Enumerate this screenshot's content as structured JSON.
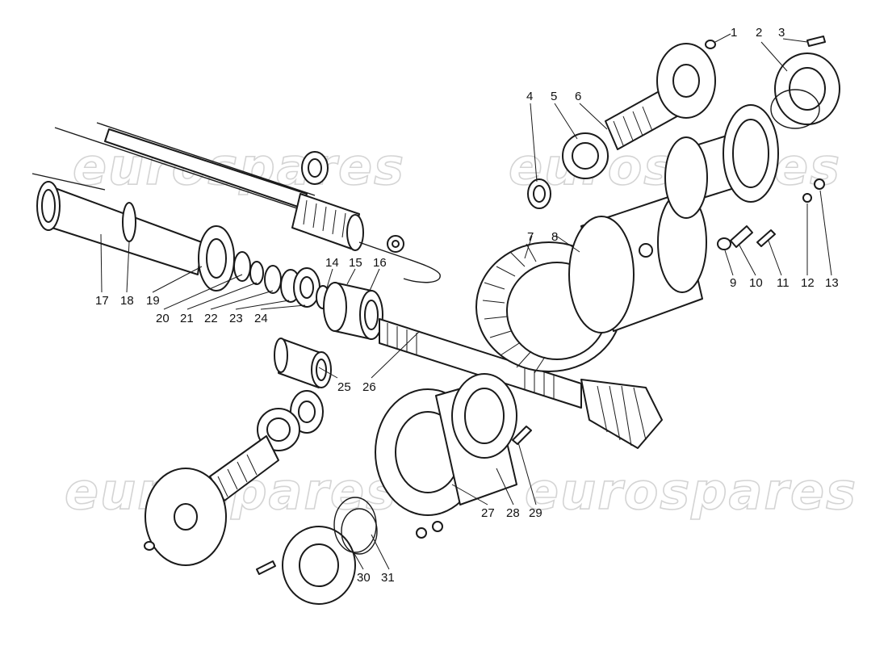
{
  "watermark": {
    "text": "eurospares",
    "color": "#d4d4d4"
  },
  "callouts": [
    "1",
    "2",
    "3",
    "4",
    "5",
    "6",
    "7",
    "8",
    "9",
    "10",
    "11",
    "12",
    "13",
    "14",
    "15",
    "16",
    "17",
    "18",
    "19",
    "20",
    "21",
    "22",
    "23",
    "24",
    "25",
    "26",
    "27",
    "28",
    "29",
    "30",
    "31"
  ],
  "colors": {
    "line": "#1a1a1a",
    "background": "#ffffff"
  }
}
